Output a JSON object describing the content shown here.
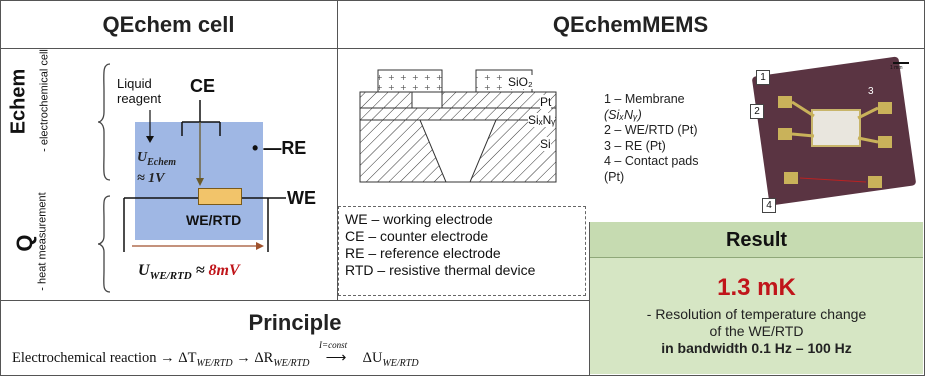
{
  "headers": {
    "left": "QEchem cell",
    "right": "QEchemMEMS",
    "principle": "Principle"
  },
  "cell": {
    "liquid_reagent_line1": "Liquid",
    "liquid_reagent_line2": "reagent",
    "ce": "CE",
    "re": "RE",
    "we": "WE",
    "we_rtd": "WE/RTD",
    "u_echem_1": "U",
    "u_echem_sub": "Echem",
    "u_echem_2": "≈ 1V",
    "u_we_main": "U",
    "u_we_sub": "WE/RTD",
    "u_we_approx": " ≈ ",
    "u_we_value": "8mV",
    "echem_label": "Echem",
    "echem_sub": "- electrochemical cell",
    "q_label": "Q",
    "q_sub": "- heat measurement"
  },
  "mems": {
    "layers": [
      "SiO₂",
      "Pt",
      "SiₓNᵧ",
      "Si"
    ],
    "list": [
      "1 – Membrane",
      "(SiₓNᵧ)",
      "2 – WE/RTD (Pt)",
      "3 – RE (Pt)",
      "4 – Contact pads",
      "(Pt)"
    ],
    "photo_labels": [
      "1",
      "2",
      "3",
      "4"
    ],
    "scale_label": "1 mm"
  },
  "legend": [
    "WE – working  electrode",
    "CE – counter electrode",
    "RE – reference electrode",
    "RTD – resistive thermal device"
  ],
  "result": {
    "title": "Result",
    "value": "1.3 mK",
    "desc_line1": "- Resolution of temperature change",
    "desc_line2": "of the WE/RTD",
    "bandwidth": "in bandwidth 0.1 Hz – 100 Hz"
  },
  "principle_eq": {
    "start": "Electrochemical reaction → ΔT",
    "sub1": "WE/RTD",
    "mid1": " → ΔR",
    "sub2": "WE/RTD",
    "arrow_label": "I=const",
    "mid2": " ΔU",
    "sub3": "WE/RTD"
  },
  "colors": {
    "cell_blue": "#9fb7e4",
    "rtd_yellow": "#f2c46a",
    "result_green": "#d6e6c4",
    "accent_red": "#c0151a",
    "chip": "#5a3442"
  }
}
